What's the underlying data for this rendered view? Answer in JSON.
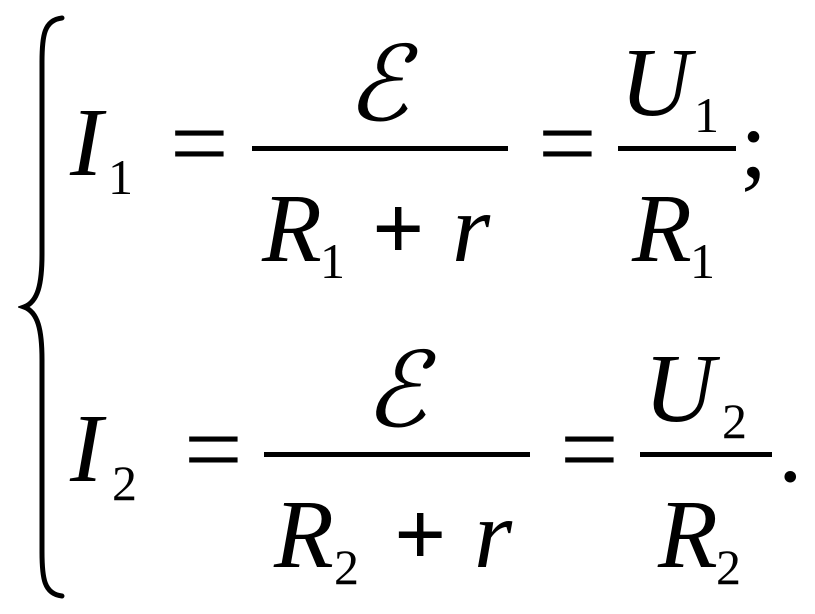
{
  "system": {
    "equations": [
      {
        "lhs": {
          "symbol": "I",
          "subscript": "1"
        },
        "equals": "=",
        "fraction1": {
          "numerator": "ℰ",
          "denominator": {
            "symbol": "R",
            "subscript": "1",
            "plus": "+",
            "extra": "r"
          }
        },
        "equals2": "=",
        "fraction2": {
          "numerator": {
            "symbol": "U",
            "subscript": "1"
          },
          "denominator": {
            "symbol": "R",
            "subscript": "1"
          }
        },
        "terminator": ";"
      },
      {
        "lhs": {
          "symbol": "I",
          "subscript": "2"
        },
        "equals": "=",
        "fraction1": {
          "numerator": "ℰ",
          "denominator": {
            "symbol": "R",
            "subscript": "2",
            "plus": "+",
            "extra": "r"
          }
        },
        "equals2": "=",
        "fraction2": {
          "numerator": {
            "symbol": "U",
            "subscript": "2"
          },
          "denominator": {
            "symbol": "R",
            "subscript": "2"
          }
        },
        "terminator": "."
      }
    ]
  }
}
